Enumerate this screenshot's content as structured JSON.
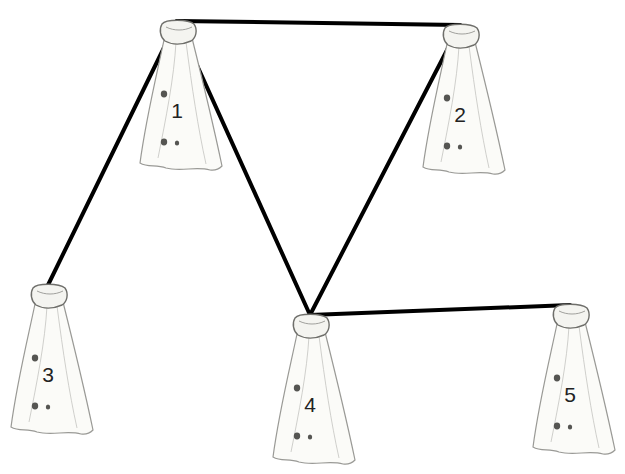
{
  "diagram": {
    "nodes": [
      {
        "text": [
          "1"
        ]
      },
      {
        "text": [
          "2"
        ]
      },
      {
        "text": [
          "3"
        ]
      },
      {
        "text": [
          "4"
        ]
      },
      {
        "text": [
          "5"
        ]
      }
    ],
    "edges": [
      {
        "from": 0,
        "to": 1,
        "arrow": "none"
      },
      {
        "from": 0,
        "to": 2,
        "arrow": "none"
      },
      {
        "from": 0,
        "to": 3,
        "arrow": "none"
      },
      {
        "from": 1,
        "to": 3,
        "arrow": "none"
      },
      {
        "from": 3,
        "to": 4,
        "arrow": "none"
      }
    ]
  }
}
